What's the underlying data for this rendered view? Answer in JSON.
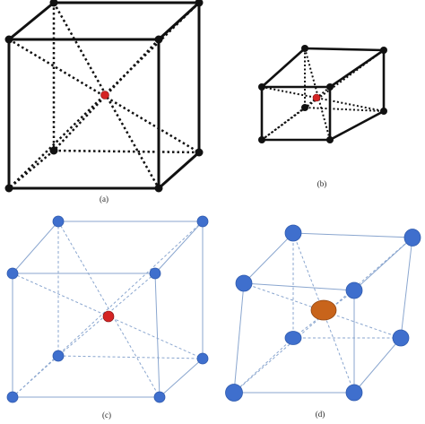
{
  "colors": {
    "black_edge": "#111111",
    "black_node": "#111111",
    "red_center": "#d42424",
    "blue_edge": "#8aa6cf",
    "blue_node": "#3f6fcd",
    "blue_node_stroke": "#2f5aad",
    "orange_center": "#c8641b",
    "orange_center_stroke": "#8f4410"
  },
  "panels": [
    {
      "id": "a",
      "caption": "(a)",
      "style": "black",
      "center_atom": "red"
    },
    {
      "id": "b",
      "caption": "(b)",
      "style": "black",
      "center_atom": "red"
    },
    {
      "id": "c",
      "caption": "(c)",
      "style": "blue",
      "center_atom": "red"
    },
    {
      "id": "d",
      "caption": "(d)",
      "style": "blue",
      "center_atom": "orange"
    }
  ]
}
